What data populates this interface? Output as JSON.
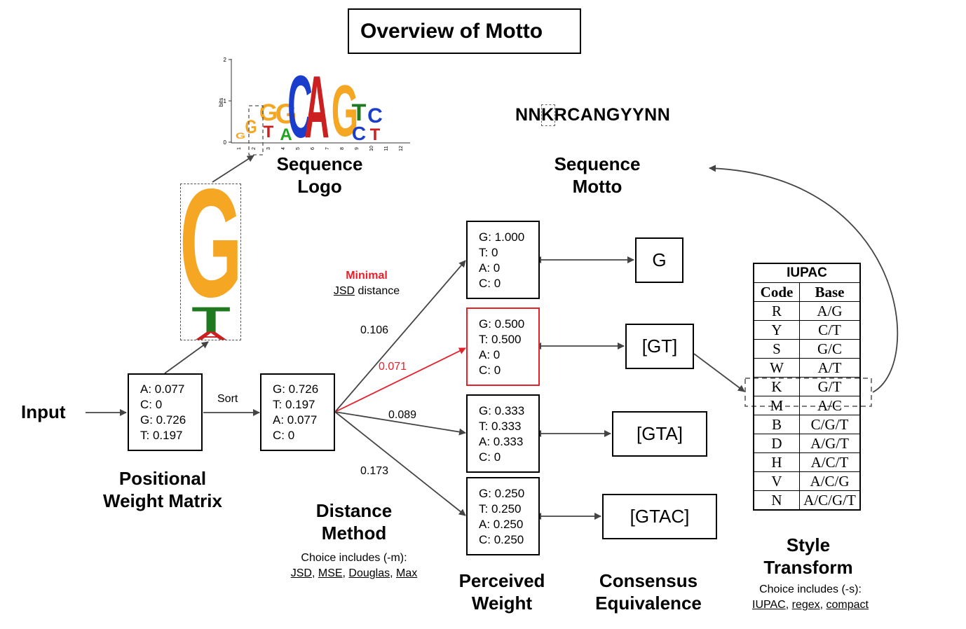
{
  "title": "Overview of Motto",
  "input_label": "Input",
  "pwm": {
    "lines": [
      "A: 0.077",
      "C: 0",
      "G: 0.726",
      "T: 0.197"
    ],
    "heading": [
      "Positional",
      "Weight Matrix"
    ]
  },
  "sort_label": "Sort",
  "sorted": {
    "lines": [
      "G: 0.726",
      "T: 0.197",
      "A: 0.077",
      "C: 0"
    ]
  },
  "distance": {
    "heading": [
      "Distance",
      "Method"
    ],
    "choice_prefix": "Choice includes (-m):",
    "choices": [
      "JSD",
      "MSE",
      "Douglas",
      "Max"
    ],
    "minimal": "Minimal",
    "jsd": "JSD",
    "distance_word": "distance",
    "values": [
      "0.106",
      "0.071",
      "0.089",
      "0.173"
    ]
  },
  "perceived": {
    "heading": [
      "Perceived",
      "Weight"
    ],
    "boxes": [
      [
        "G: 1.000",
        "T: 0",
        "A: 0",
        "C: 0"
      ],
      [
        "G: 0.500",
        "T: 0.500",
        "A: 0",
        "C: 0"
      ],
      [
        "G: 0.333",
        "T: 0.333",
        "A: 0.333",
        "C: 0"
      ],
      [
        "G: 0.250",
        "T: 0.250",
        "A: 0.250",
        "C: 0.250"
      ]
    ]
  },
  "consensus": {
    "heading": [
      "Consensus",
      "Equivalence"
    ],
    "values": [
      "G",
      "[GT]",
      "[GTA]",
      "[GTAC]"
    ]
  },
  "style": {
    "heading": [
      "Style",
      "Transform"
    ],
    "choice_prefix": "Choice includes (-s):",
    "choices": [
      "IUPAC",
      "regex",
      "compact"
    ]
  },
  "iupac": {
    "title": "IUPAC",
    "headers": [
      "Code",
      "Base"
    ],
    "rows": [
      [
        "R",
        "A/G"
      ],
      [
        "Y",
        "C/T"
      ],
      [
        "S",
        "G/C"
      ],
      [
        "W",
        "A/T"
      ],
      [
        "K",
        "G/T"
      ],
      [
        "M",
        "A/C"
      ],
      [
        "B",
        "C/G/T"
      ],
      [
        "D",
        "A/G/T"
      ],
      [
        "H",
        "A/C/T"
      ],
      [
        "V",
        "A/C/G"
      ],
      [
        "N",
        "A/C/G/T"
      ]
    ]
  },
  "logo": {
    "heading": [
      "Sequence",
      "Logo"
    ],
    "ylabel": "bits",
    "yticks": [
      "2",
      "1",
      "0"
    ],
    "xticks": [
      "1",
      "2",
      "3",
      "4",
      "5",
      "6",
      "7",
      "8",
      "9",
      "10",
      "11",
      "12"
    ]
  },
  "motto": {
    "heading": [
      "Sequence",
      "Motto"
    ],
    "sequence": "NNKRCANGYYNN"
  },
  "colors": {
    "A": "#1fa51f",
    "C": "#1a3dcc",
    "G": "#f5a623",
    "T": "#d42020",
    "logo_G": "#f5a623",
    "logo_T": "#1f7a1f",
    "logo_A": "#cc1f1f",
    "red": "#e8202a"
  }
}
